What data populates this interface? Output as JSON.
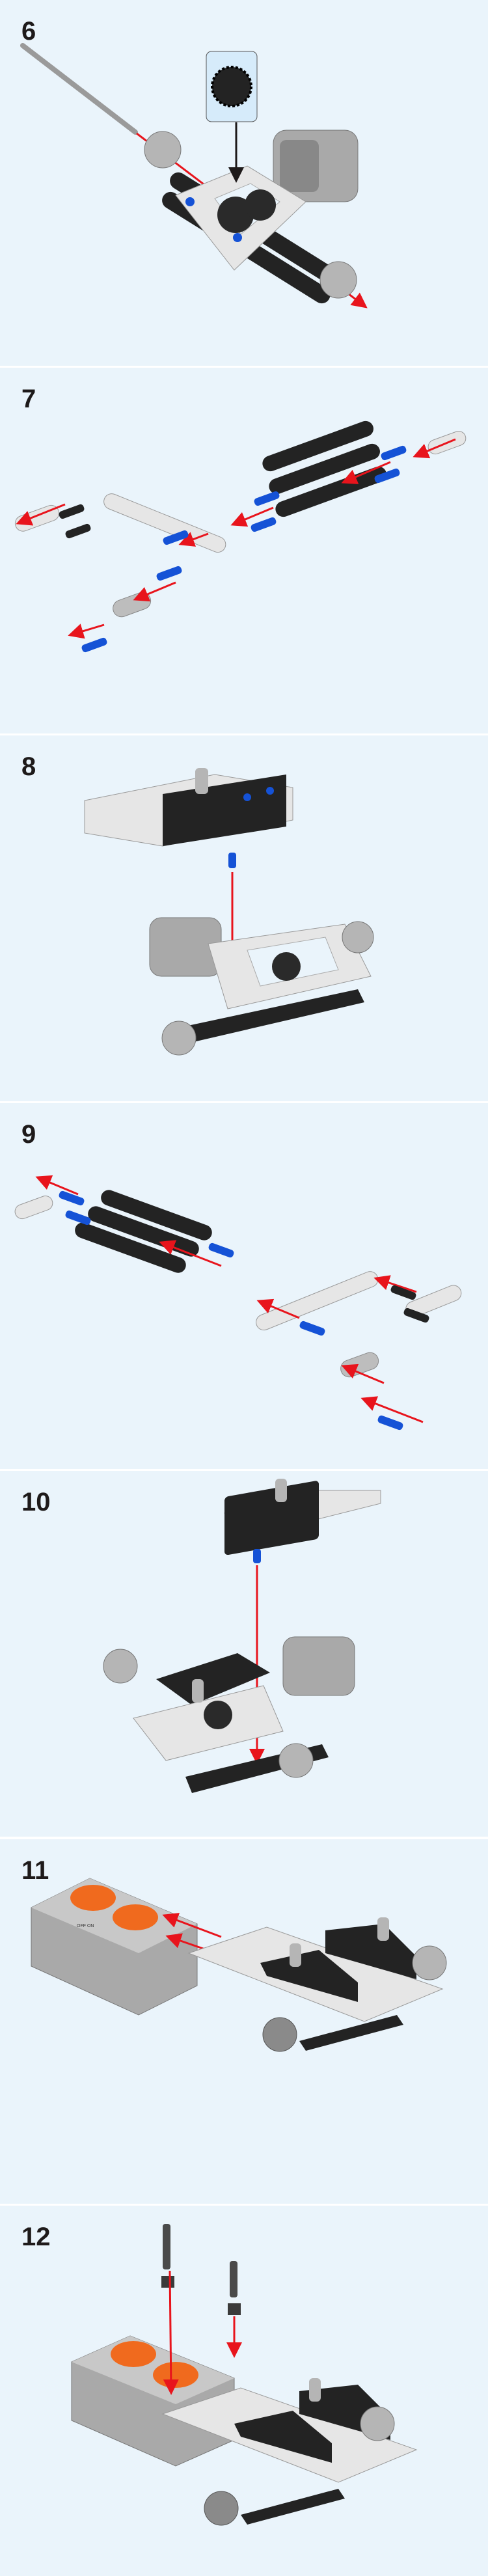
{
  "steps": [
    {
      "number": "6"
    },
    {
      "number": "7"
    },
    {
      "number": "8"
    },
    {
      "number": "9"
    },
    {
      "number": "10"
    },
    {
      "number": "11"
    },
    {
      "number": "12"
    }
  ],
  "colors": {
    "background": "#eaf4fb",
    "separator": "#ffffff",
    "arrow_red": "#e8141c",
    "arrow_black": "#1e1a1a",
    "pin_blue": "#1552d6",
    "beam_white": "#e6e6e6",
    "beam_black": "#232323",
    "motor_gray": "#a9a9a9",
    "battery_orange": "#f06a1e",
    "callout_bg": "#d6ebfa"
  },
  "battery_box": {
    "switch_label": "OFF ON"
  }
}
